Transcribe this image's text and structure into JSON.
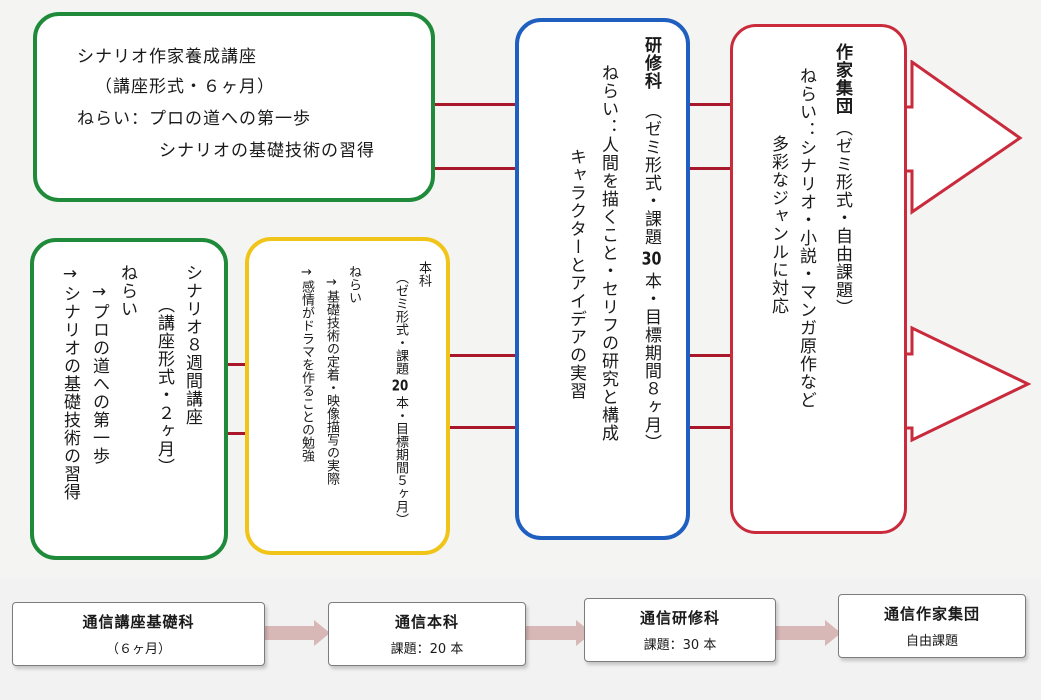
{
  "course": {
    "title": "シナリオ作家養成講座",
    "format": "（講座形式・６ヶ月）",
    "aim1": "ねらい：プロの道への第一歩",
    "aim2": "シナリオの基礎技術の習得"
  },
  "week8": {
    "title": "シナリオ８週間講座",
    "format": "（講座形式・２ヶ月）",
    "aim_label": "ねらい",
    "aim1": "→プロの道への第一歩",
    "aim2": "→シナリオの基礎技術の習得"
  },
  "honka": {
    "title": "本科",
    "format_a": "（ゼミ形式・課題",
    "count": "20",
    "format_b": "本・目標期間５ヶ月）",
    "aim_label": "ねらい",
    "aim1": "→基礎技術の定着・映像描写の実際",
    "aim2": "→感情がドラマを作ることの勉強"
  },
  "kenshu": {
    "title": "研修科",
    "format_a": "（ゼミ形式・課題",
    "count": "30",
    "format_b": "本・目標期間８ヶ月）",
    "aim1": "ねらい：人間を描くこと・セリフの研究と構成",
    "aim2": "キャラクターとアイデアの実習"
  },
  "sakka": {
    "title": "作家集団",
    "format": "（ゼミ形式・自由課題）",
    "aim1": "ねらい：シナリオ・小説・マンガ原作など",
    "aim2": "多彩なジャンルに対応"
  },
  "bottom": [
    {
      "title": "通信講座基礎科",
      "sub": "（６ヶ月）"
    },
    {
      "title": "通信本科",
      "sub": "課題：20 本"
    },
    {
      "title": "通信研修科",
      "sub": "課題：30 本"
    },
    {
      "title": "通信作家集団",
      "sub": "自由課題"
    }
  ],
  "colors": {
    "green": "#1f8a3a",
    "yellow": "#f0c419",
    "blue": "#1f5fbf",
    "red": "#c92a3c",
    "connector": "#a9182a",
    "bottom_arrow": "#d8b7b7"
  }
}
